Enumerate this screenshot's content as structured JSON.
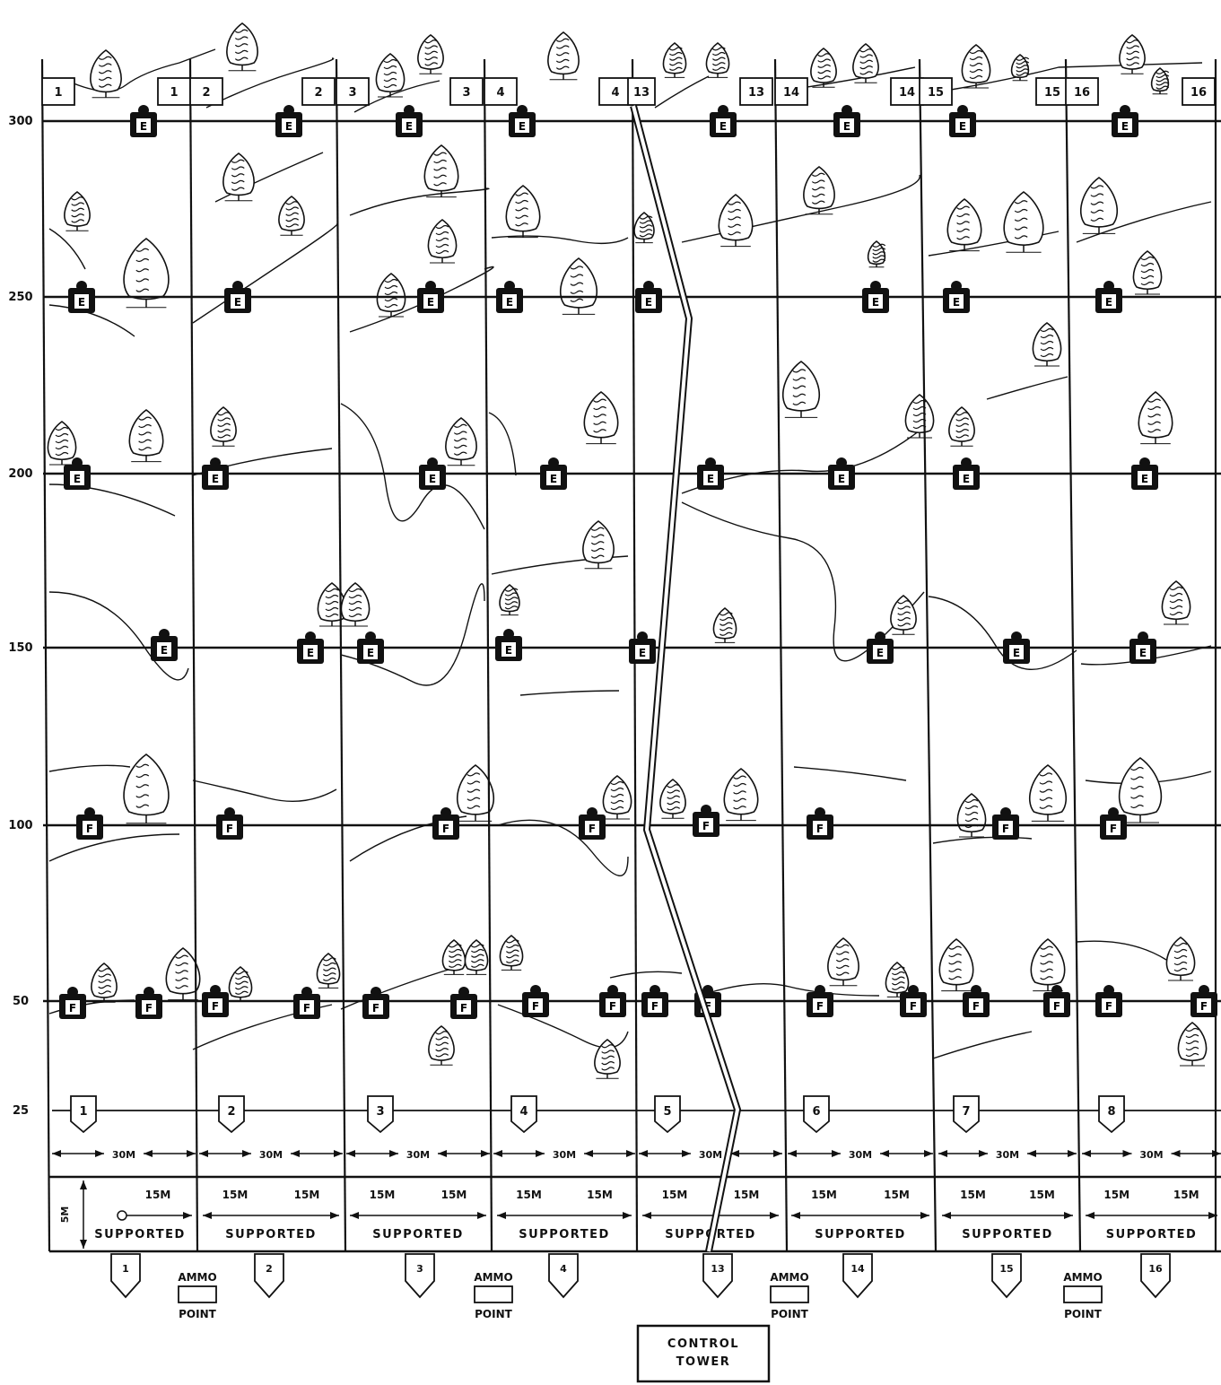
{
  "range": {
    "yardage_marks": [
      "300",
      "250",
      "200",
      "150",
      "100",
      "50",
      "25"
    ],
    "enemy_target_label": "E",
    "friendly_target_label": "F",
    "lane_width_label": "30M",
    "half_lane_label": "15M",
    "depth_label": "5M",
    "position_label": "SUPPORTED",
    "firing_points": [
      "1",
      "2",
      "3",
      "4",
      "5",
      "6",
      "7",
      "8"
    ],
    "top_lane_numbers": [
      [
        "1",
        "1"
      ],
      [
        "2",
        "2"
      ],
      [
        "3",
        "3"
      ],
      [
        "4",
        "4"
      ],
      [
        "13",
        "13"
      ],
      [
        "14",
        "14"
      ],
      [
        "15",
        "15"
      ],
      [
        "16",
        "16"
      ]
    ],
    "bottom_lane_markers": [
      "1",
      "2",
      "3",
      "4",
      "13",
      "14",
      "15",
      "16"
    ],
    "ammo_point": {
      "line1": "AMMO",
      "line2": "POINT"
    },
    "control_tower": {
      "line1": "CONTROL",
      "line2": "TOWER"
    }
  }
}
